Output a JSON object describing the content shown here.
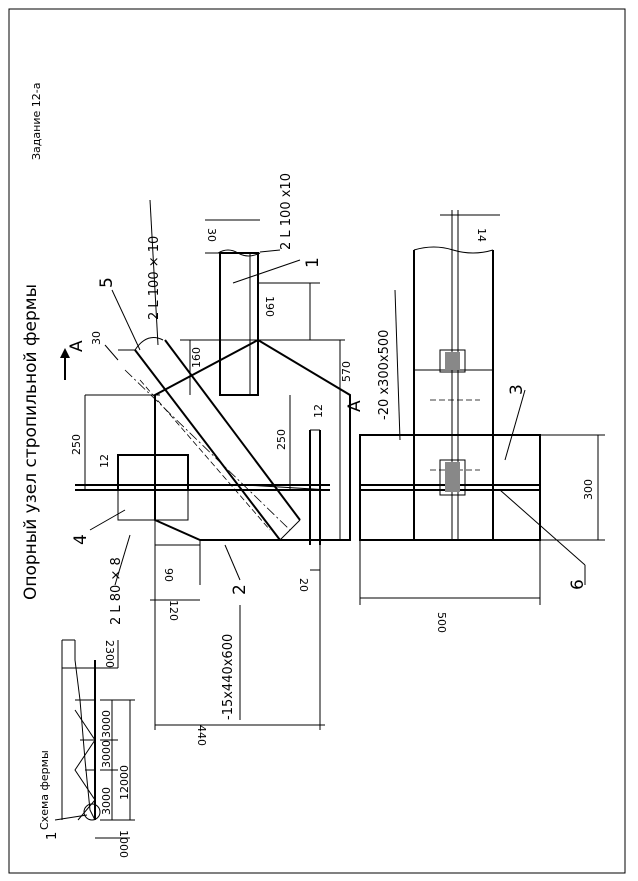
{
  "sheet": {
    "task": "Задание 12-а",
    "title": "Опорный узел стропильной фермы"
  },
  "scheme": {
    "title": "Схема фермы",
    "marker": "1",
    "span_left": "3000",
    "span_mid": "3000",
    "span_right": "3000",
    "total_span": "12000",
    "height_right": "2300",
    "height_left": "1000"
  },
  "members": {
    "chord_section": "2 L 100 x10",
    "chord_marker": "1",
    "brace_section": "2 L 100 × 10",
    "brace_marker": "5",
    "post_section": "2 L 80 × 8",
    "post_marker": "4",
    "gusset": "-15x440x600",
    "gusset_marker": "2",
    "base_plate": "-20 x300x500",
    "base_marker": "3",
    "stiffener_marker": "6"
  },
  "views": {
    "section_arrow": "A",
    "view_title": "A"
  },
  "dims": {
    "d30_top": "30",
    "d190": "190",
    "d160": "160",
    "d570": "570",
    "d250_left": "250",
    "d250_mid": "250",
    "d12_left": "12",
    "d12_right": "12",
    "d30_brace": "30",
    "d90": "90",
    "d120": "120",
    "d20": "20",
    "d440": "440",
    "d14": "14",
    "d300": "300",
    "d500": "500"
  }
}
